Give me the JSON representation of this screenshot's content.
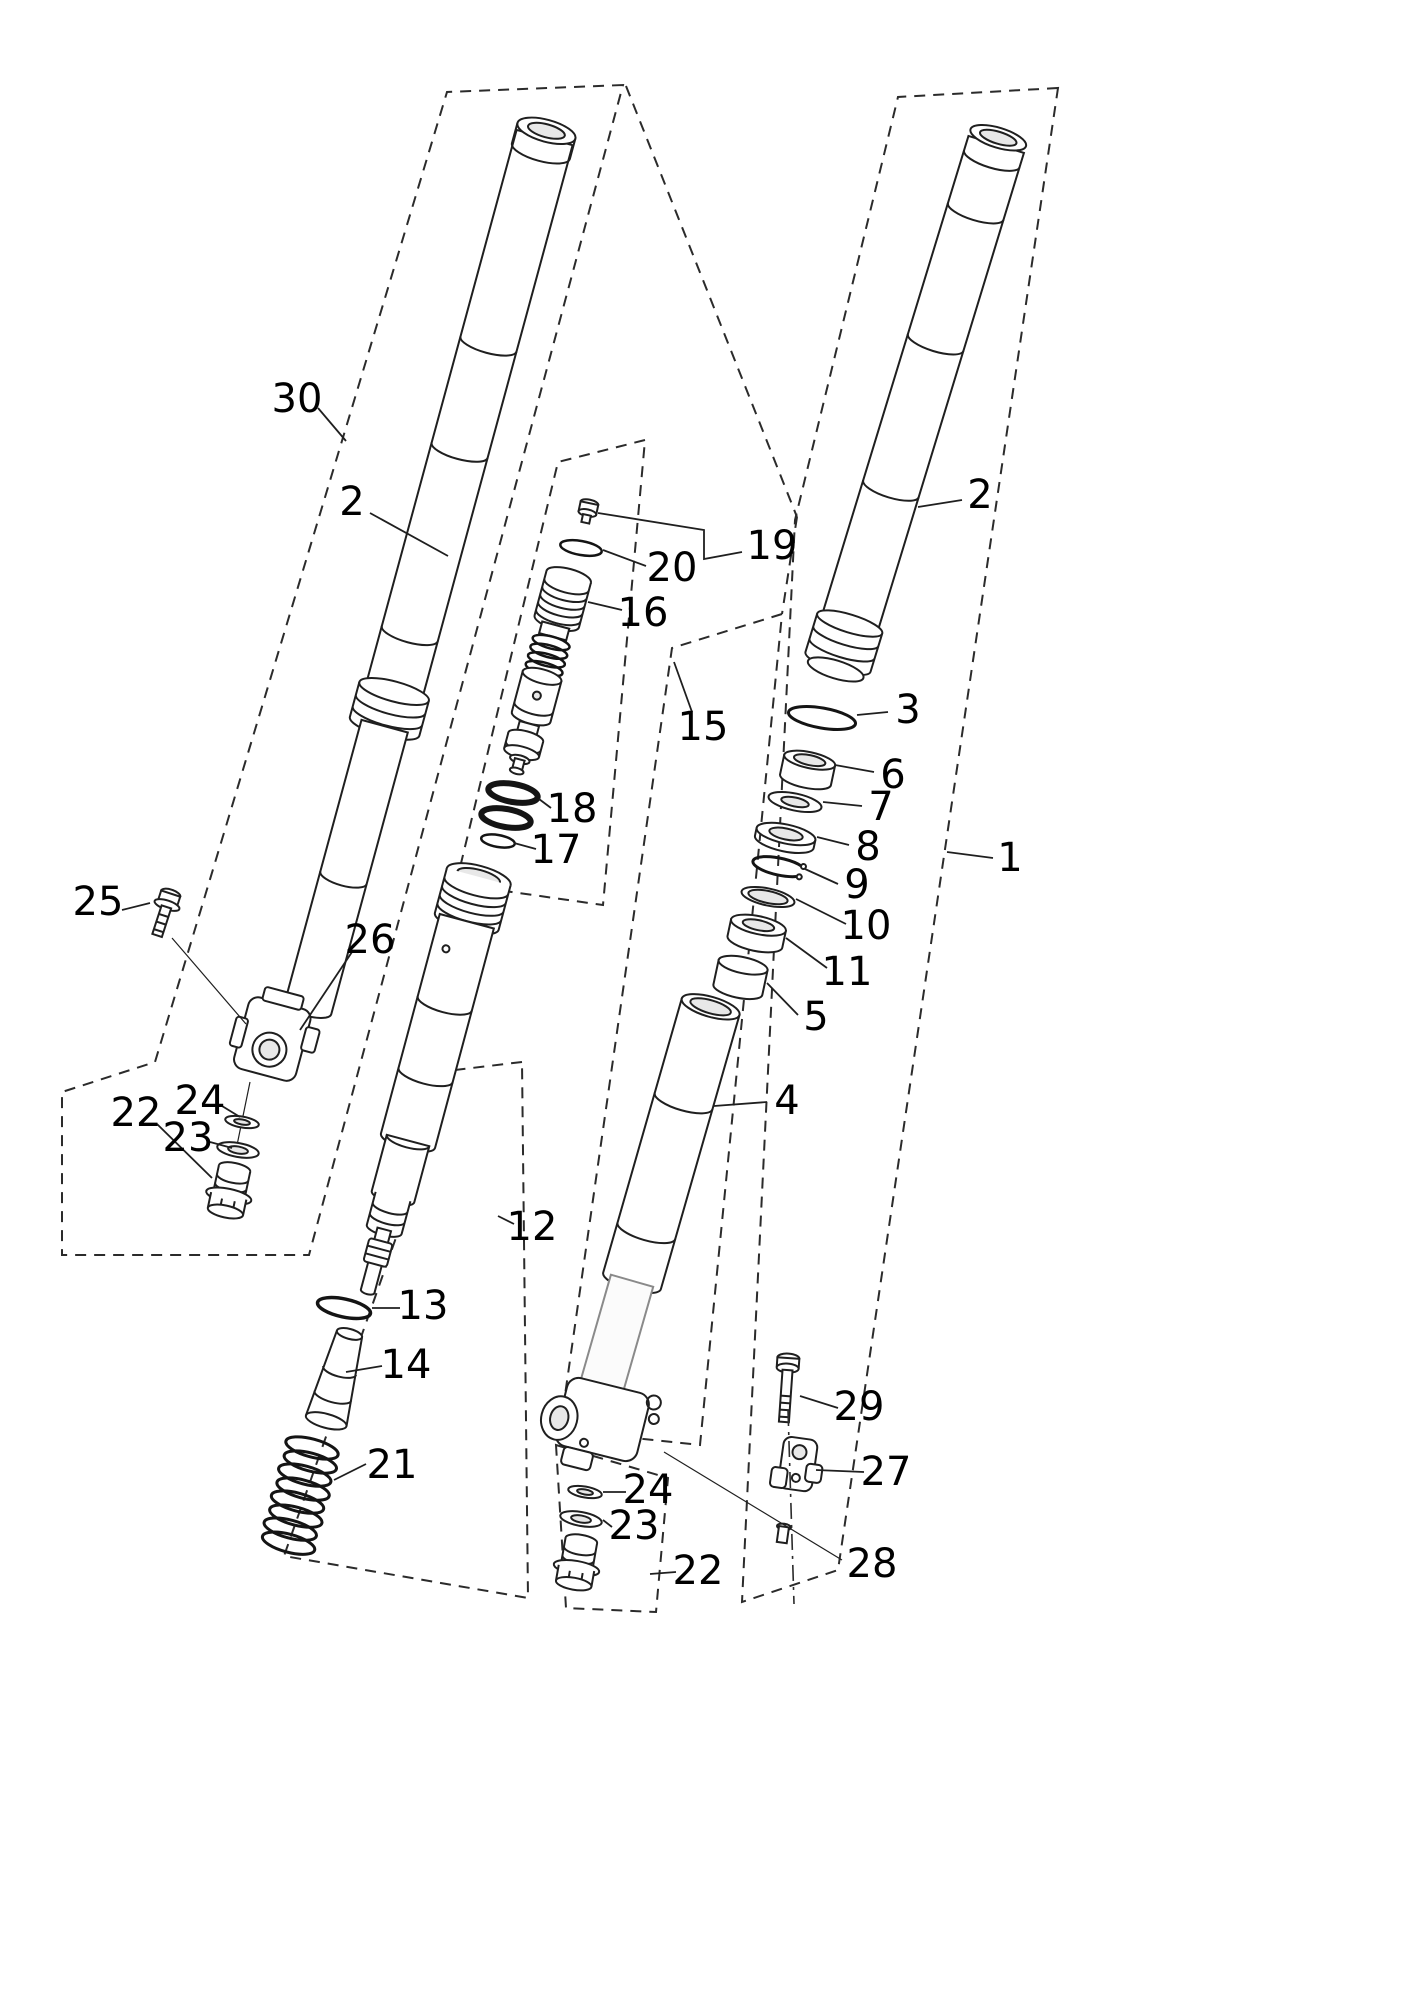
{
  "diagram": {
    "colors": {
      "line": "#1f1f1f",
      "background": "#ffffff"
    },
    "labels": {
      "n30": "30",
      "n2_left": "2",
      "n25": "25",
      "n26": "26",
      "n24_left": "24",
      "n23_left": "23",
      "n22_left": "22",
      "n19": "19",
      "n20": "20",
      "n16": "16",
      "n18": "18",
      "n17": "17",
      "n15": "15",
      "n12": "12",
      "n13": "13",
      "n14": "14",
      "n21": "21",
      "n24_center": "24",
      "n23_center": "23",
      "n22_center": "22",
      "n28": "28",
      "n2_right": "2",
      "n3": "3",
      "n6": "6",
      "n7": "7",
      "n8": "8",
      "n9": "9",
      "n10": "10",
      "n11": "11",
      "n5": "5",
      "n4": "4",
      "n1": "1",
      "n29": "29",
      "n27": "27"
    }
  }
}
